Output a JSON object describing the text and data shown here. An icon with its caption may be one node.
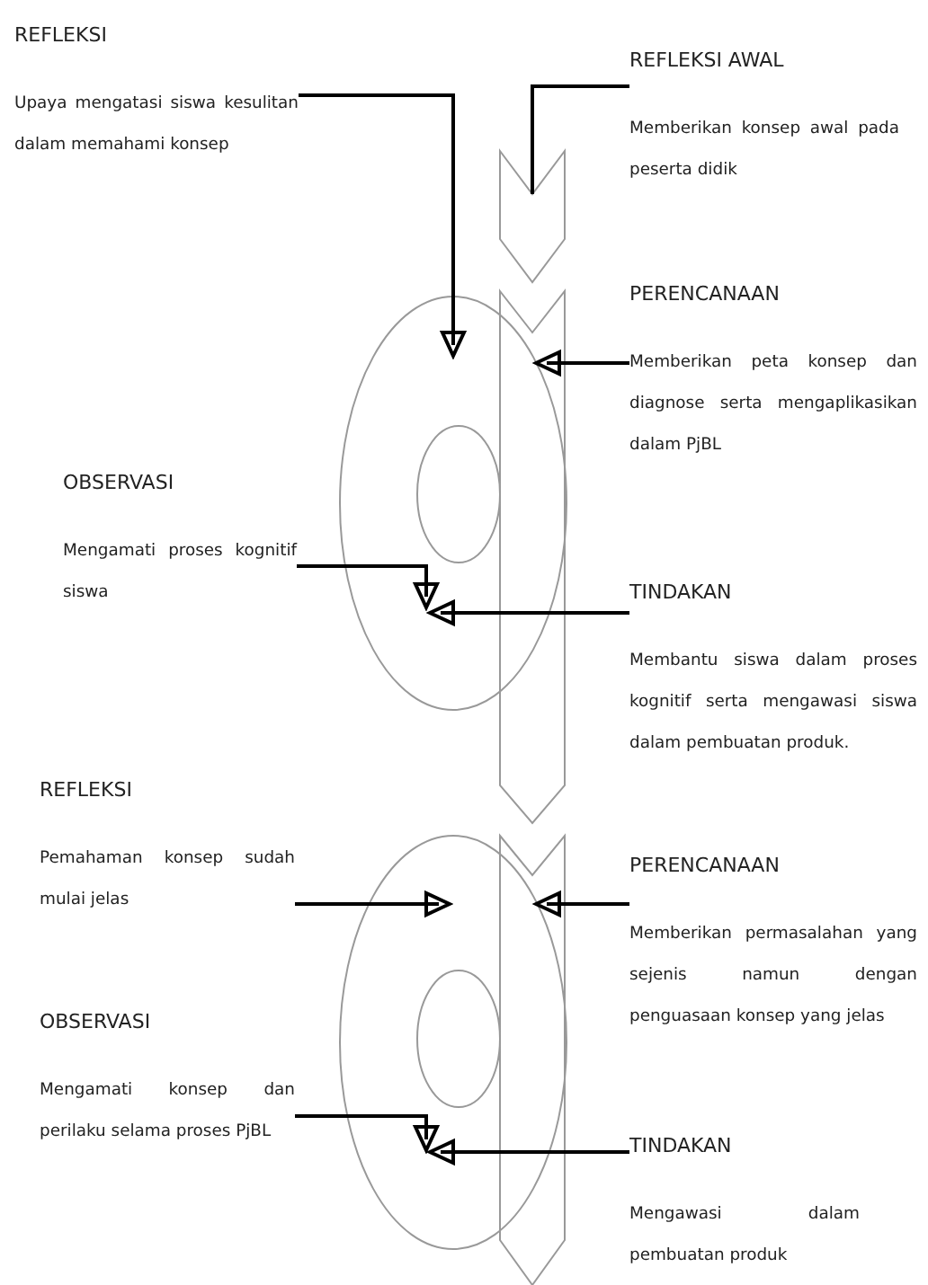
{
  "diagram": {
    "nodes": [
      {
        "text": [
          "REFLEKSI",
          "Upaya mengatasi siswa kesulitan dalam memahami konsep"
        ]
      },
      {
        "text": [
          "REFLEKSI AWAL",
          "Memberikan konsep awal pada peserta didik"
        ]
      },
      {
        "text": [
          "PERENCANAAN",
          "Memberikan peta konsep dan diagnose serta mengaplikasikan dalam PjBL"
        ]
      },
      {
        "text": [
          "OBSERVASI",
          "Mengamati proses kognitif siswa"
        ]
      },
      {
        "text": [
          "TINDAKAN",
          "Membantu siswa dalam proses kognitif serta mengawasi siswa dalam pembuatan produk."
        ]
      },
      {
        "text": [
          "REFLEKSI",
          "Pemahaman konsep sudah mulai jelas"
        ]
      },
      {
        "text": [
          "PERENCANAAN",
          "Memberikan permasalahan yang sejenis namun dengan penguasaan konsep yang jelas"
        ]
      },
      {
        "text": [
          "OBSERVASI",
          "Mengamati konsep dan perilaku selama proses PjBL"
        ]
      },
      {
        "text": [
          "TINDAKAN",
          "Mengawasi dalam pembuatan produk"
        ]
      }
    ],
    "edges": [
      {
        "from": 0,
        "to": null,
        "arrow": "to"
      },
      {
        "from": 1,
        "to": null,
        "arrow": "none"
      },
      {
        "from": 2,
        "to": null,
        "arrow": "to"
      },
      {
        "from": 3,
        "to": null,
        "arrow": "to"
      },
      {
        "from": 4,
        "to": null,
        "arrow": "to"
      },
      {
        "from": 5,
        "to": null,
        "arrow": "to"
      },
      {
        "from": 6,
        "to": null,
        "arrow": "to"
      },
      {
        "from": 7,
        "to": null,
        "arrow": "to"
      },
      {
        "from": 8,
        "to": null,
        "arrow": "to"
      }
    ]
  }
}
